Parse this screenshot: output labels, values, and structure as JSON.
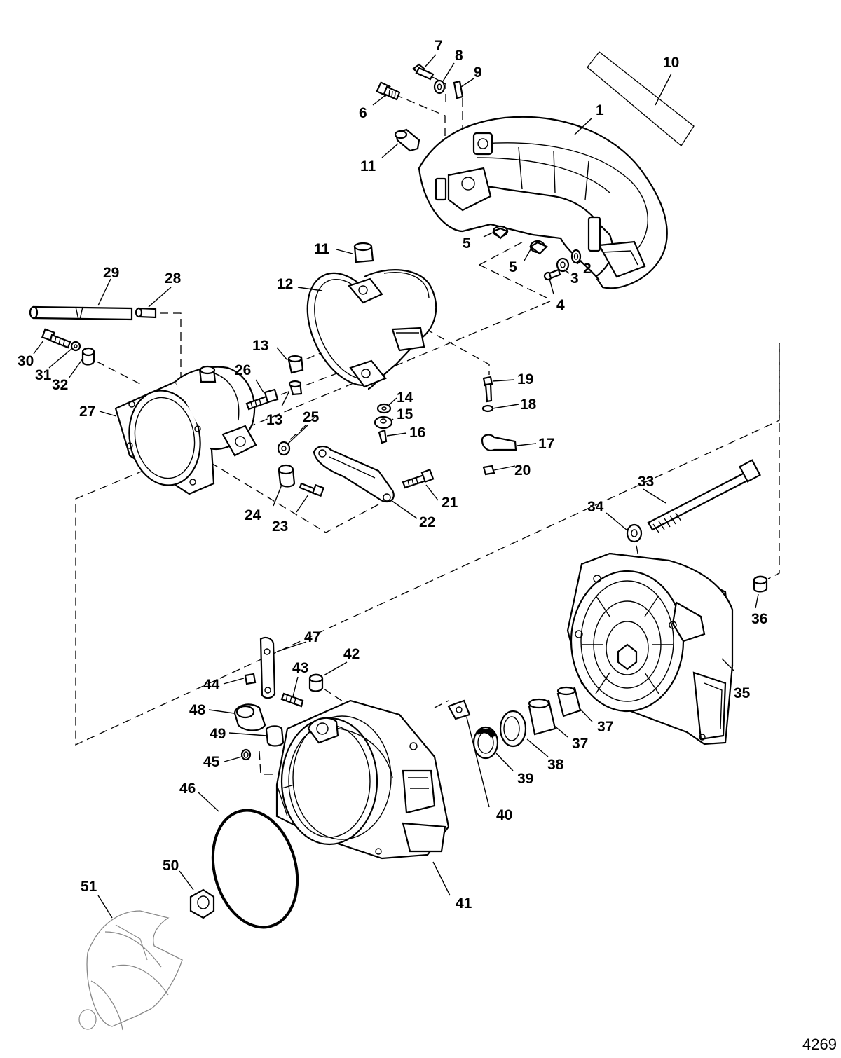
{
  "figure_number": "4269",
  "callouts": [
    {
      "id": "c1",
      "label": "1"
    },
    {
      "id": "c2",
      "label": "2"
    },
    {
      "id": "c3",
      "label": "3"
    },
    {
      "id": "c4",
      "label": "4"
    },
    {
      "id": "c5a",
      "label": "5"
    },
    {
      "id": "c5b",
      "label": "5"
    },
    {
      "id": "c6",
      "label": "6"
    },
    {
      "id": "c7",
      "label": "7"
    },
    {
      "id": "c8",
      "label": "8"
    },
    {
      "id": "c9",
      "label": "9"
    },
    {
      "id": "c10",
      "label": "10"
    },
    {
      "id": "c11a",
      "label": "11"
    },
    {
      "id": "c11b",
      "label": "11"
    },
    {
      "id": "c12",
      "label": "12"
    },
    {
      "id": "c13a",
      "label": "13"
    },
    {
      "id": "c13b",
      "label": "13"
    },
    {
      "id": "c14",
      "label": "14"
    },
    {
      "id": "c15",
      "label": "15"
    },
    {
      "id": "c16",
      "label": "16"
    },
    {
      "id": "c17",
      "label": "17"
    },
    {
      "id": "c18",
      "label": "18"
    },
    {
      "id": "c19",
      "label": "19"
    },
    {
      "id": "c20",
      "label": "20"
    },
    {
      "id": "c21",
      "label": "21"
    },
    {
      "id": "c22",
      "label": "22"
    },
    {
      "id": "c23",
      "label": "23"
    },
    {
      "id": "c24",
      "label": "24"
    },
    {
      "id": "c25",
      "label": "25"
    },
    {
      "id": "c26",
      "label": "26"
    },
    {
      "id": "c27",
      "label": "27"
    },
    {
      "id": "c28",
      "label": "28"
    },
    {
      "id": "c29",
      "label": "29"
    },
    {
      "id": "c30",
      "label": "30"
    },
    {
      "id": "c31",
      "label": "31"
    },
    {
      "id": "c32",
      "label": "32"
    },
    {
      "id": "c33",
      "label": "33"
    },
    {
      "id": "c34",
      "label": "34"
    },
    {
      "id": "c35",
      "label": "35"
    },
    {
      "id": "c36",
      "label": "36"
    },
    {
      "id": "c37a",
      "label": "37"
    },
    {
      "id": "c37b",
      "label": "37"
    },
    {
      "id": "c38",
      "label": "38"
    },
    {
      "id": "c39",
      "label": "39"
    },
    {
      "id": "c40",
      "label": "40"
    },
    {
      "id": "c41",
      "label": "41"
    },
    {
      "id": "c42",
      "label": "42"
    },
    {
      "id": "c43",
      "label": "43"
    },
    {
      "id": "c44",
      "label": "44"
    },
    {
      "id": "c45",
      "label": "45"
    },
    {
      "id": "c46",
      "label": "46"
    },
    {
      "id": "c47",
      "label": "47"
    },
    {
      "id": "c48",
      "label": "48"
    },
    {
      "id": "c49",
      "label": "49"
    },
    {
      "id": "c50",
      "label": "50"
    },
    {
      "id": "c51",
      "label": "51"
    }
  ]
}
